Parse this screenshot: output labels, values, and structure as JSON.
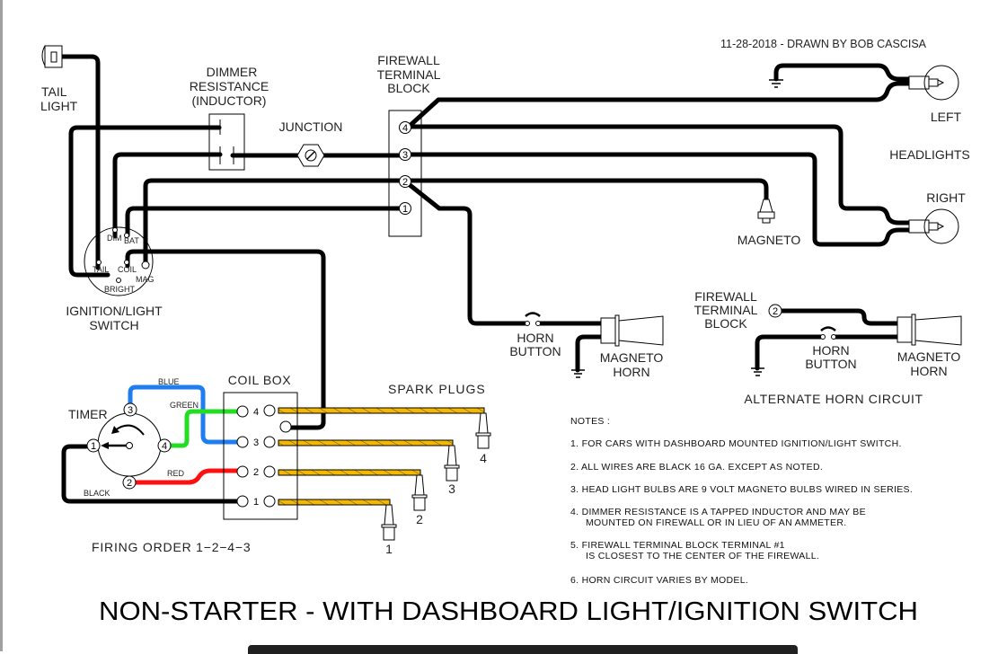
{
  "credit": "11-28-2018 - DRAWN BY BOB CASCISA",
  "title": "NON-STARTER - WITH DASHBOARD LIGHT/IGNITION SWITCH",
  "components": {
    "tail_light": [
      "TAIL",
      "LIGHT"
    ],
    "dimmer": [
      "DIMMER",
      "RESISTANCE",
      "(INDUCTOR)"
    ],
    "junction": "JUNCTION",
    "firewall_block": [
      "FIREWALL",
      "TERMINAL",
      "BLOCK"
    ],
    "firewall_terminals": [
      "1",
      "2",
      "3",
      "4"
    ],
    "ignition_switch": {
      "label": [
        "IGNITION/LIGHT",
        "SWITCH"
      ],
      "terminals": [
        "DIM",
        "BAT",
        "TAIL",
        "COIL",
        "MAG",
        "BRIGHT"
      ]
    },
    "headlights": {
      "label": "HEADLIGHTS",
      "left": "LEFT",
      "right": "RIGHT"
    },
    "magneto": "MAGNETO",
    "horn_button": [
      "HORN",
      "BUTTON"
    ],
    "magneto_horn": [
      "MAGNETO",
      "HORN"
    ],
    "alternate_horn": {
      "firewall": [
        "FIREWALL",
        "TERMINAL",
        "BLOCK"
      ],
      "terminal": "2",
      "horn_button": [
        "HORN",
        "BUTTON"
      ],
      "magneto_horn": [
        "MAGNETO",
        "HORN"
      ],
      "caption": "ALTERNATE  HORN  CIRCUIT"
    },
    "timer": {
      "label": "TIMER",
      "terminals": [
        "1",
        "2",
        "3",
        "4"
      ],
      "wires": [
        {
          "label": "BLUE",
          "color": "#1e7ef0"
        },
        {
          "label": "GREEN",
          "color": "#22dd22"
        },
        {
          "label": "RED",
          "color": "#ff1010"
        },
        {
          "label": "BLACK",
          "color": "#000000"
        }
      ]
    },
    "coil_box": {
      "label": "COIL  BOX",
      "terminals": [
        "4",
        "3",
        "2",
        "1"
      ]
    },
    "spark_plugs": {
      "label": "SPARK  PLUGS",
      "numbers": [
        "4",
        "3",
        "2",
        "1"
      ],
      "wire_color": "#f5b800"
    },
    "firing_order": "FIRING  ORDER  1−2−4−3"
  },
  "notes": {
    "heading": "NOTES  :",
    "items": [
      [
        "1.  FOR  CARS  WITH  DASHBOARD  MOUNTED  IGNITION/LIGHT  SWITCH."
      ],
      [
        "2.  ALL  WIRES  ARE  BLACK  16  GA.  EXCEPT  AS  NOTED."
      ],
      [
        "3.  HEAD  LIGHT  BULBS  ARE  9  VOLT  MAGNETO  BULBS  WIRED  IN  SERIES."
      ],
      [
        "4.  DIMMER  RESISTANCE  IS  A  TAPPED  INDUCTOR  AND  MAY  BE",
        "MOUNTED  ON  FIREWALL  OR  IN  LIEU  OF  AN  AMMETER."
      ],
      [
        "5.  FIREWALL  TERMINAL  BLOCK  TERMINAL  #1",
        "IS  CLOSEST  TO  THE  CENTER  OF  THE  FIREWALL."
      ],
      [
        "6.  HORN  CIRCUIT  VARIES  BY  MODEL."
      ]
    ]
  }
}
